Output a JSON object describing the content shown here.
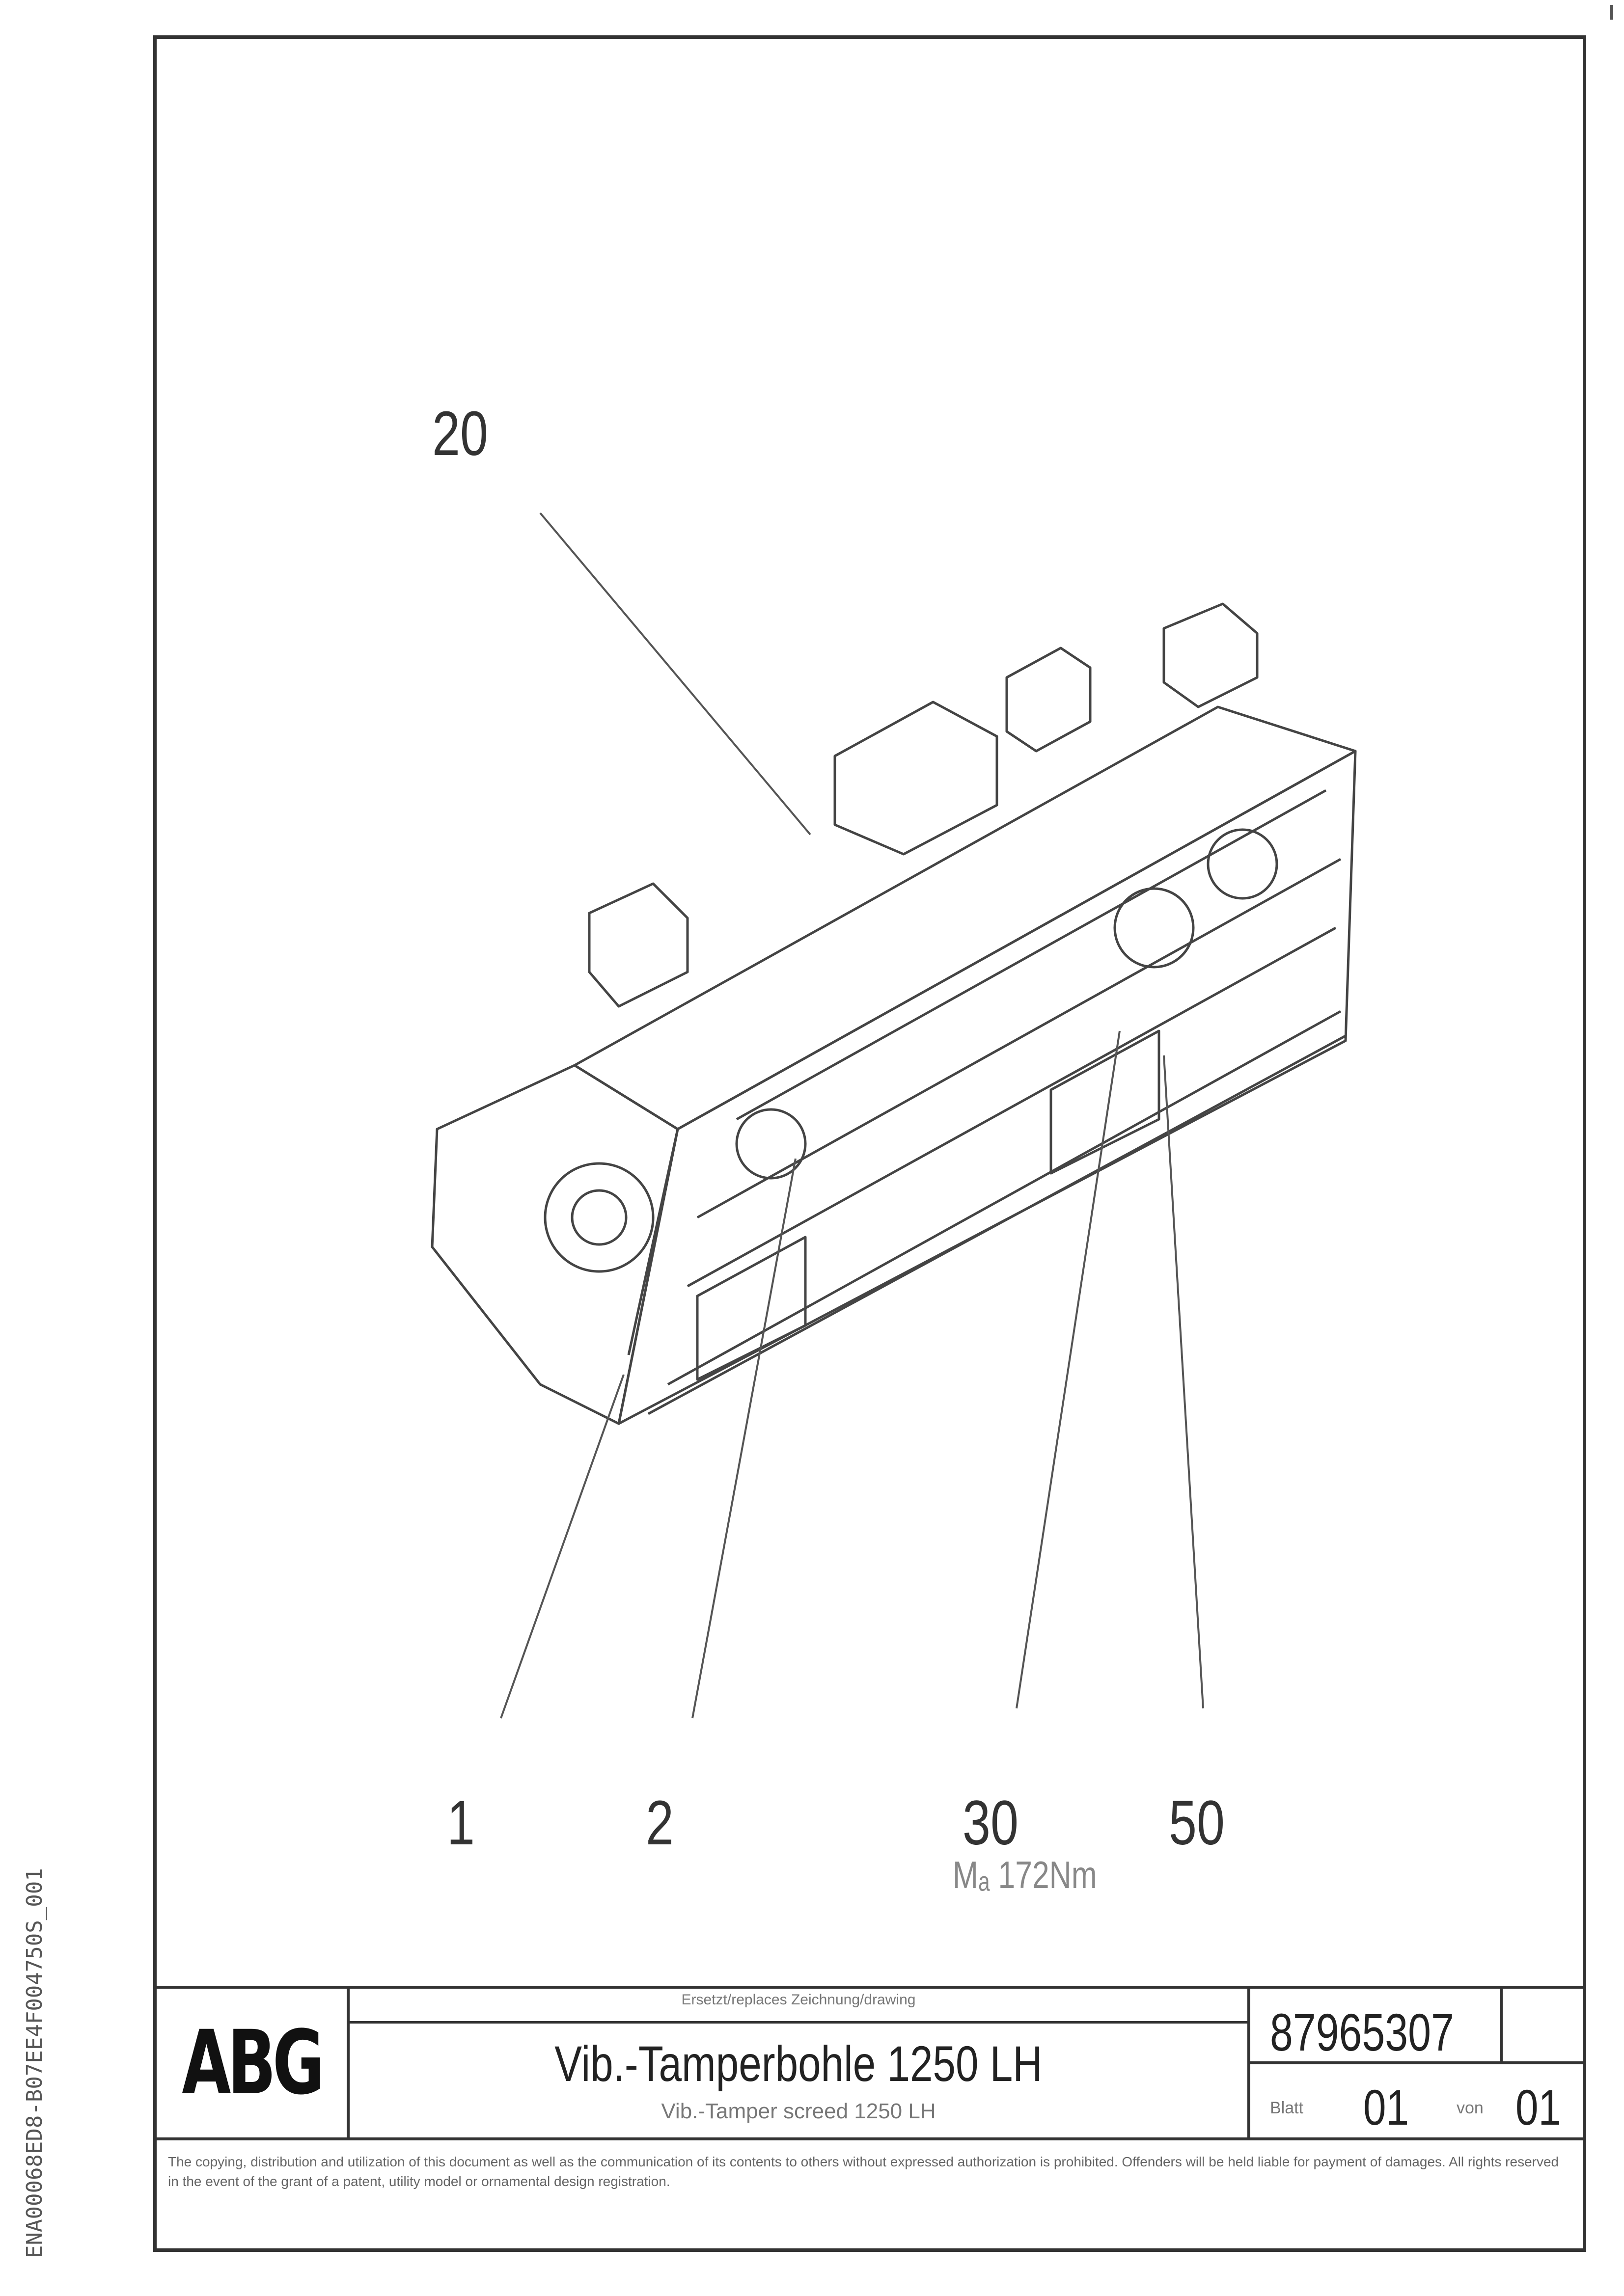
{
  "drawing": {
    "callouts": [
      "20",
      "1",
      "2",
      "30",
      "50"
    ],
    "torque_note": "Mₐ 172Nm"
  },
  "title_block": {
    "logo": "ABG",
    "supersedes": "Ersetzt/replaces Zeichnung/drawing",
    "title_de": "Vib.-Tamperbohle 1250 LH",
    "title_en": "Vib.-Tamper screed 1250 LH",
    "document_number": "87965307",
    "sheet_label": "Blatt",
    "sheet_value": "01",
    "of_label": "von",
    "of_value": "01"
  },
  "copyright": "The copying, distribution and utilization of this document as well as the communication of its contents to others without expressed authorization is prohibited. Offenders will be held liable for payment of damages. All rights reserved in the event of the grant of a patent, utility model or ornamental design registration.",
  "side_code": "ENA00068ED8-B07EE4F004750S_001"
}
